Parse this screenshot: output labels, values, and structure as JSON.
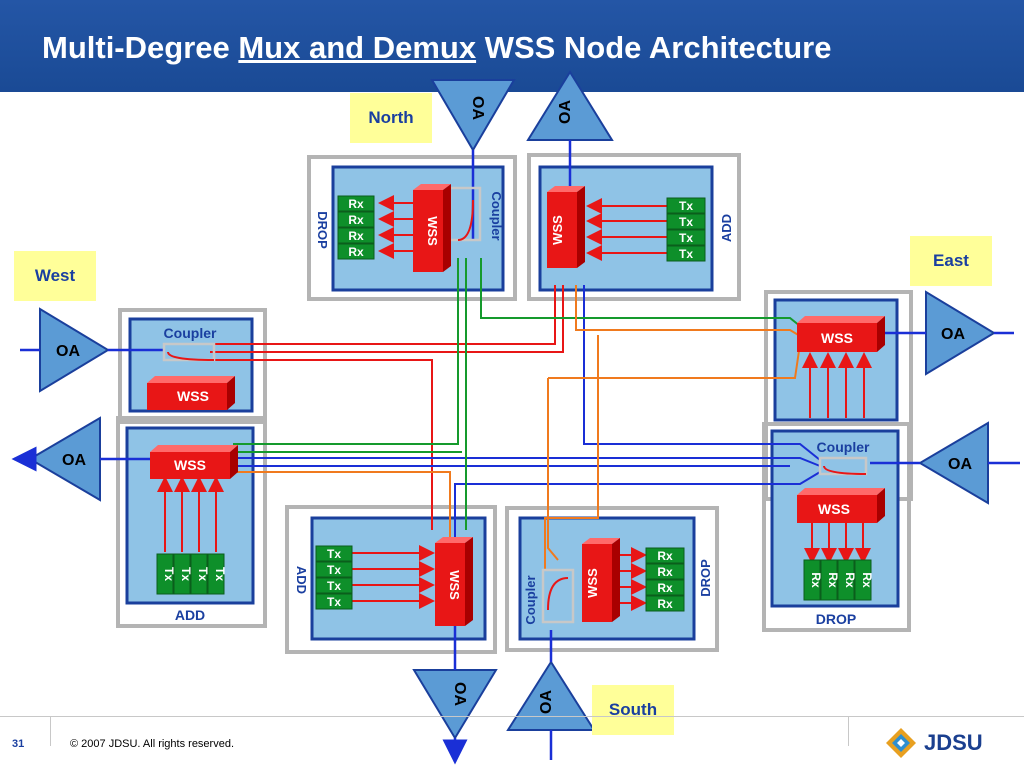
{
  "title": {
    "prefix": "Multi-Degree ",
    "underlined": "Mux and Demux",
    "suffix": " WSS Node Architecture"
  },
  "directions": {
    "north": "North",
    "east": "East",
    "west": "West",
    "south": "South"
  },
  "labels": {
    "oa": "OA",
    "wss": "WSS",
    "coupler": "Coupler",
    "add": "ADD",
    "drop": "DROP",
    "tx": "Tx",
    "rx": "Rx"
  },
  "footer": {
    "page": "31",
    "copyright": "© 2007 JDSU. All rights reserved.",
    "logo": "JDSU"
  },
  "colors": {
    "title_bar": "#1c4f9c",
    "module_fill": "#8fc3e6",
    "module_border": "#1a3f9c",
    "outer_border": "#b4b4b4",
    "wss_red": "#e81616",
    "trx_green": "#0e8f2a",
    "oa_fill": "#5b9bd5",
    "link_red": "#e81616",
    "link_blue": "#1a2fd6",
    "link_green": "#159a2d",
    "link_orange": "#f07a1e",
    "label_bg": "#ffff99",
    "label_text": "#1a3fa0"
  }
}
